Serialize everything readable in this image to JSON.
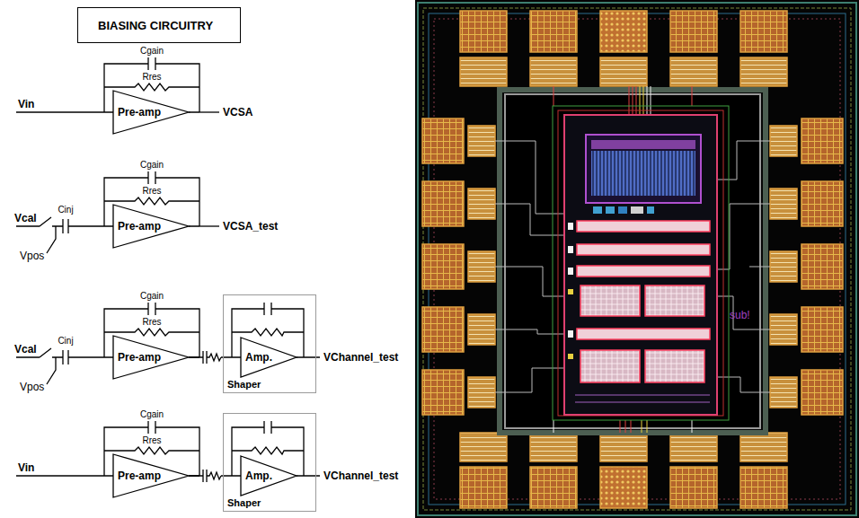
{
  "diagram": {
    "nodes": [
      {
        "text": [
          "BIASING CIRCUITRY"
        ]
      },
      {
        "text": [
          "Pre-amp"
        ]
      },
      {
        "text": [
          "Pre-amp"
        ]
      },
      {
        "text": [
          "Pre-amp"
        ]
      },
      {
        "text": [
          "Shaper"
        ]
      },
      {
        "text": [
          "Amp."
        ],
        "in": 4
      },
      {
        "text": [
          "Pre-amp"
        ]
      },
      {
        "text": [
          "Shaper"
        ]
      },
      {
        "text": [
          "Amp."
        ],
        "in": 7
      }
    ],
    "edges": [
      {
        "from": 3,
        "to": 5,
        "arrow": "none"
      },
      {
        "from": 6,
        "to": 8,
        "arrow": "none"
      }
    ],
    "labels": [
      "Vin",
      "Cgain",
      "Rres",
      "VCSA",
      "Cgain",
      "Rres",
      "Vcal",
      "Cinj",
      "Vpos",
      "VCSA_test",
      "Cgain",
      "Rres",
      "Vcal",
      "Cinj",
      "Vpos",
      "VChannel_test",
      "Cgain",
      "Rres",
      "Vin",
      "VChannel_test",
      "sub!"
    ]
  }
}
